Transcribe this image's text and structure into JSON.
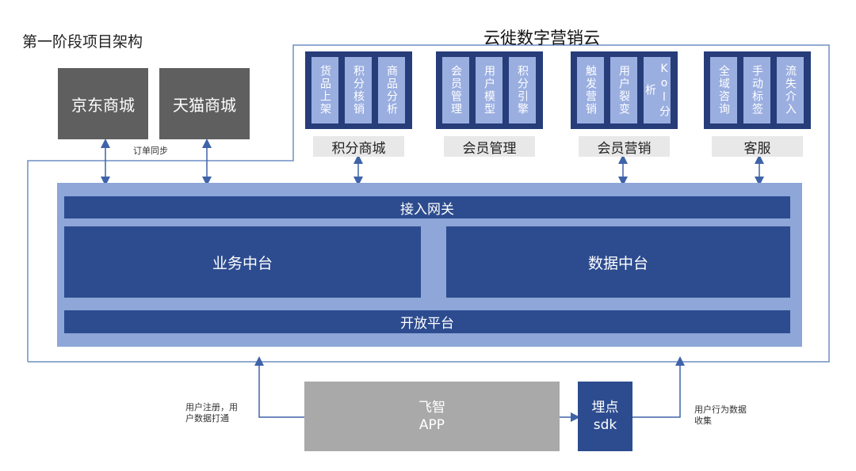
{
  "phase_title": "第一阶段项目架构",
  "cloud_title": "云徙数字营销云",
  "stores": [
    "京东商城",
    "天猫商城"
  ],
  "sync_label": "订单同步",
  "groups": [
    {
      "label": "积分商城",
      "items": [
        "货品上架",
        "积分核销",
        "商品分析"
      ]
    },
    {
      "label": "会员管理",
      "items": [
        "会员管理",
        "用户模型",
        "积分引擎"
      ]
    },
    {
      "label": "会员营销",
      "items": [
        "触发营销",
        "用户裂变",
        "Kol分析"
      ]
    },
    {
      "label": "客服",
      "items": [
        "全域咨询",
        "手动标签",
        "流失介入"
      ]
    }
  ],
  "platform": {
    "gateway": "接入网关",
    "business": "业务中台",
    "data": "数据中台",
    "open": "开放平台"
  },
  "app": {
    "line1": "飞智",
    "line2": "APP"
  },
  "sdk": {
    "line1": "埋点",
    "line2": "sdk"
  },
  "note_left": "用户注册，用户数据打通",
  "note_right": "用户行为数据收集",
  "colors": {
    "dark_blue": "#263d7a",
    "bar_blue": "#2d4c8f",
    "light_blue": "#9aaee0",
    "platform_bg": "#8ea6d8",
    "store_gray": "#5f5f5f",
    "app_gray": "#a9a9a9",
    "border_blue": "#6f8fc4"
  }
}
